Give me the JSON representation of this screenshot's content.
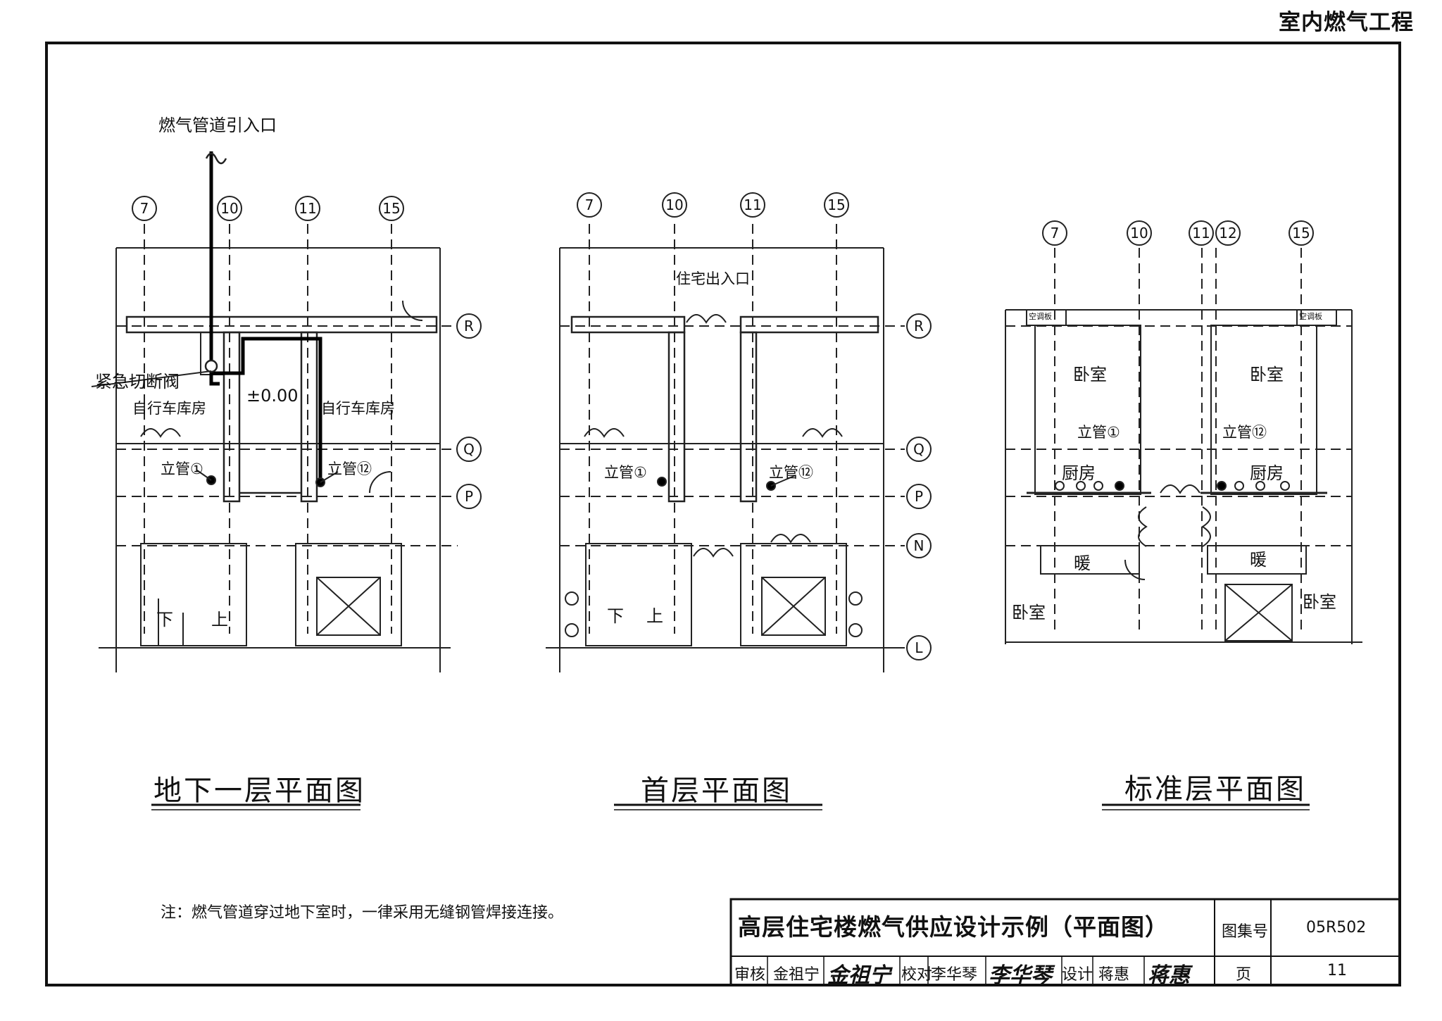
{
  "header": {
    "category": "室内燃气工程"
  },
  "plans": [
    {
      "title": "地下一层平面图",
      "axes_h": [
        "7",
        "10",
        "11",
        "15"
      ],
      "axes_v": [
        "R",
        "Q",
        "P"
      ],
      "labels": {
        "inlet": "燃气管道引入口",
        "valve": "紧急切断阀",
        "garage_l": "自行车库房",
        "garage_r": "自行车库房",
        "elev": "±0.00",
        "riser1": "立管①",
        "riser2": "立管⑫",
        "stair_down": "下",
        "stair_up": "上"
      }
    },
    {
      "title": "首层平面图",
      "axes_h": [
        "7",
        "10",
        "11",
        "15"
      ],
      "axes_v": [
        "R",
        "Q",
        "P",
        "N",
        "L"
      ],
      "labels": {
        "entrance": "住宅出入口",
        "riser1": "立管①",
        "riser2": "立管⑫",
        "stair_down": "下",
        "stair_up": "上"
      }
    },
    {
      "title": "标准层平面图",
      "axes_h": [
        "7",
        "10",
        "11",
        "12",
        "15"
      ],
      "labels": {
        "ac_l": "空调板",
        "ac_r": "空调板",
        "bed_l": "卧室",
        "bed_r": "卧室",
        "riser1": "立管①",
        "riser2": "立管⑫",
        "kitchen_l": "厨房",
        "kitchen_r": "厨房",
        "heat_l": "暖",
        "heat_r": "暖",
        "bed_bl": "卧室",
        "bed_br": "卧室"
      }
    }
  ],
  "note": "注：燃气管道穿过地下室时，一律采用无缝钢管焊接连接。",
  "title_block": {
    "title": "高层住宅楼燃气供应设计示例（平面图）",
    "atlas_label": "图集号",
    "atlas_no": "05R502",
    "review_label": "审核",
    "reviewer": "金祖宁",
    "reviewer_sig": "金祖宁",
    "check_label": "校对",
    "checker": "李华琴",
    "checker_sig": "李华琴",
    "design_label": "设计",
    "designer": "蒋惠",
    "designer_sig": "蒋惠",
    "page_label": "页",
    "page_no": "11"
  }
}
